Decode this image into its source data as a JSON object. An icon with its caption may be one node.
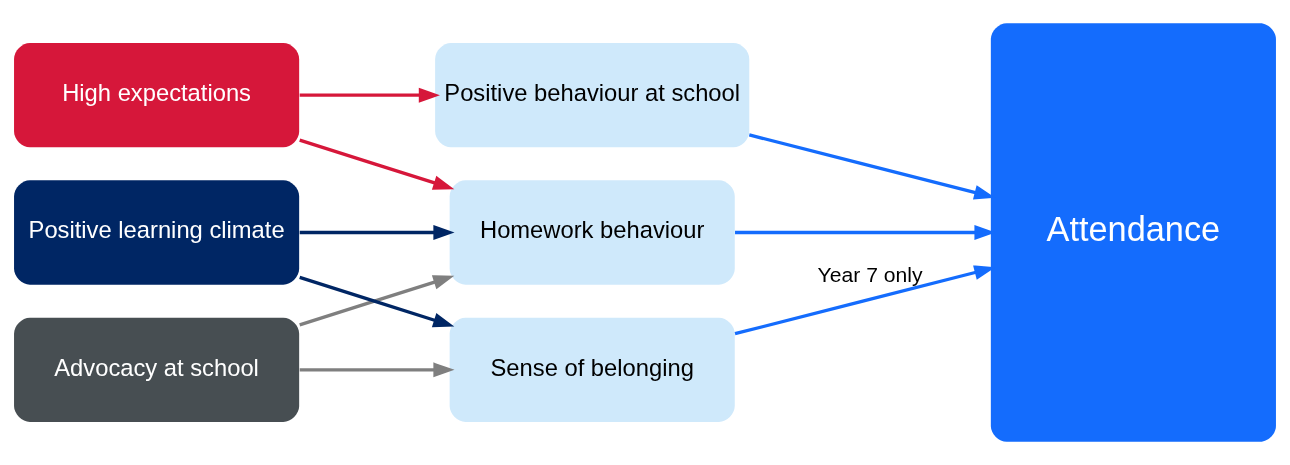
{
  "diagram": {
    "nodes": [
      {
        "text": [
          "High expectations"
        ]
      },
      {
        "text": [
          "Advocacy at school"
        ]
      },
      {
        "text": [
          "Positive learning climate"
        ]
      },
      {
        "text": [
          "Positive behaviour at school"
        ]
      },
      {
        "text": [
          "Homework behaviour"
        ]
      },
      {
        "text": [
          "Sense of belonging"
        ]
      },
      {
        "text": [
          "Attendance"
        ]
      }
    ],
    "edges": [
      {
        "from": 0,
        "to": 3,
        "arrow": "to",
        "color": "#d6173a"
      },
      {
        "from": 0,
        "to": 4,
        "arrow": "to",
        "color": "#d6173a"
      },
      {
        "from": 1,
        "to": 4,
        "arrow": "to",
        "color": "#7f7f7f"
      },
      {
        "from": 1,
        "to": 5,
        "arrow": "to",
        "color": "#7f7f7f"
      },
      {
        "from": 2,
        "to": 4,
        "arrow": "to",
        "color": "#002664"
      },
      {
        "from": 2,
        "to": 5,
        "arrow": "to",
        "color": "#002664"
      },
      {
        "from": 3,
        "to": 6,
        "arrow": "to"
      },
      {
        "from": 4,
        "to": 6,
        "arrow": "to"
      },
      {
        "from": 5,
        "to": 6,
        "arrow": "to",
        "label": "Year 7 only"
      }
    ]
  }
}
